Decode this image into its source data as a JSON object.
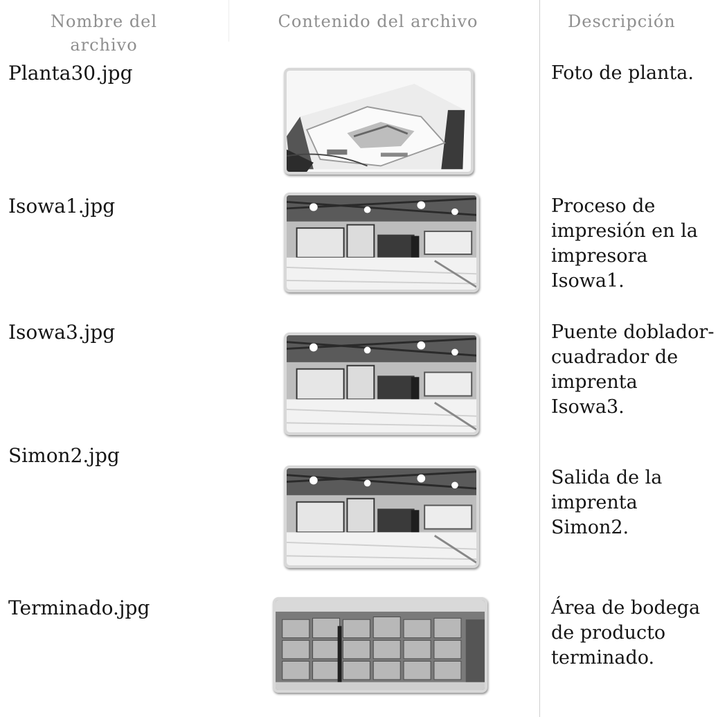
{
  "headers": {
    "name": "Nombre del archivo",
    "content": "Contenido del archivo",
    "description": "Descripción"
  },
  "rows": [
    {
      "file": "Planta30.jpg",
      "thumbnail": "plant-aerial-photo",
      "description": "Foto de planta."
    },
    {
      "file": "Isowa1.jpg",
      "thumbnail": "printing-machine-photo",
      "description": "Proceso de impresión en la impresora Isowa1."
    },
    {
      "file": "Isowa3.jpg",
      "thumbnail": "printing-machine-photo",
      "description": "Puente doblador-cuadrador de imprenta Isowa3."
    },
    {
      "file": "Simon2.jpg",
      "thumbnail": "printing-machine-photo",
      "description": "Salida de la imprenta Simon2."
    },
    {
      "file": "Terminado.jpg",
      "thumbnail": "warehouse-boxes-photo",
      "description": "Área de bodega de producto terminado."
    }
  ]
}
